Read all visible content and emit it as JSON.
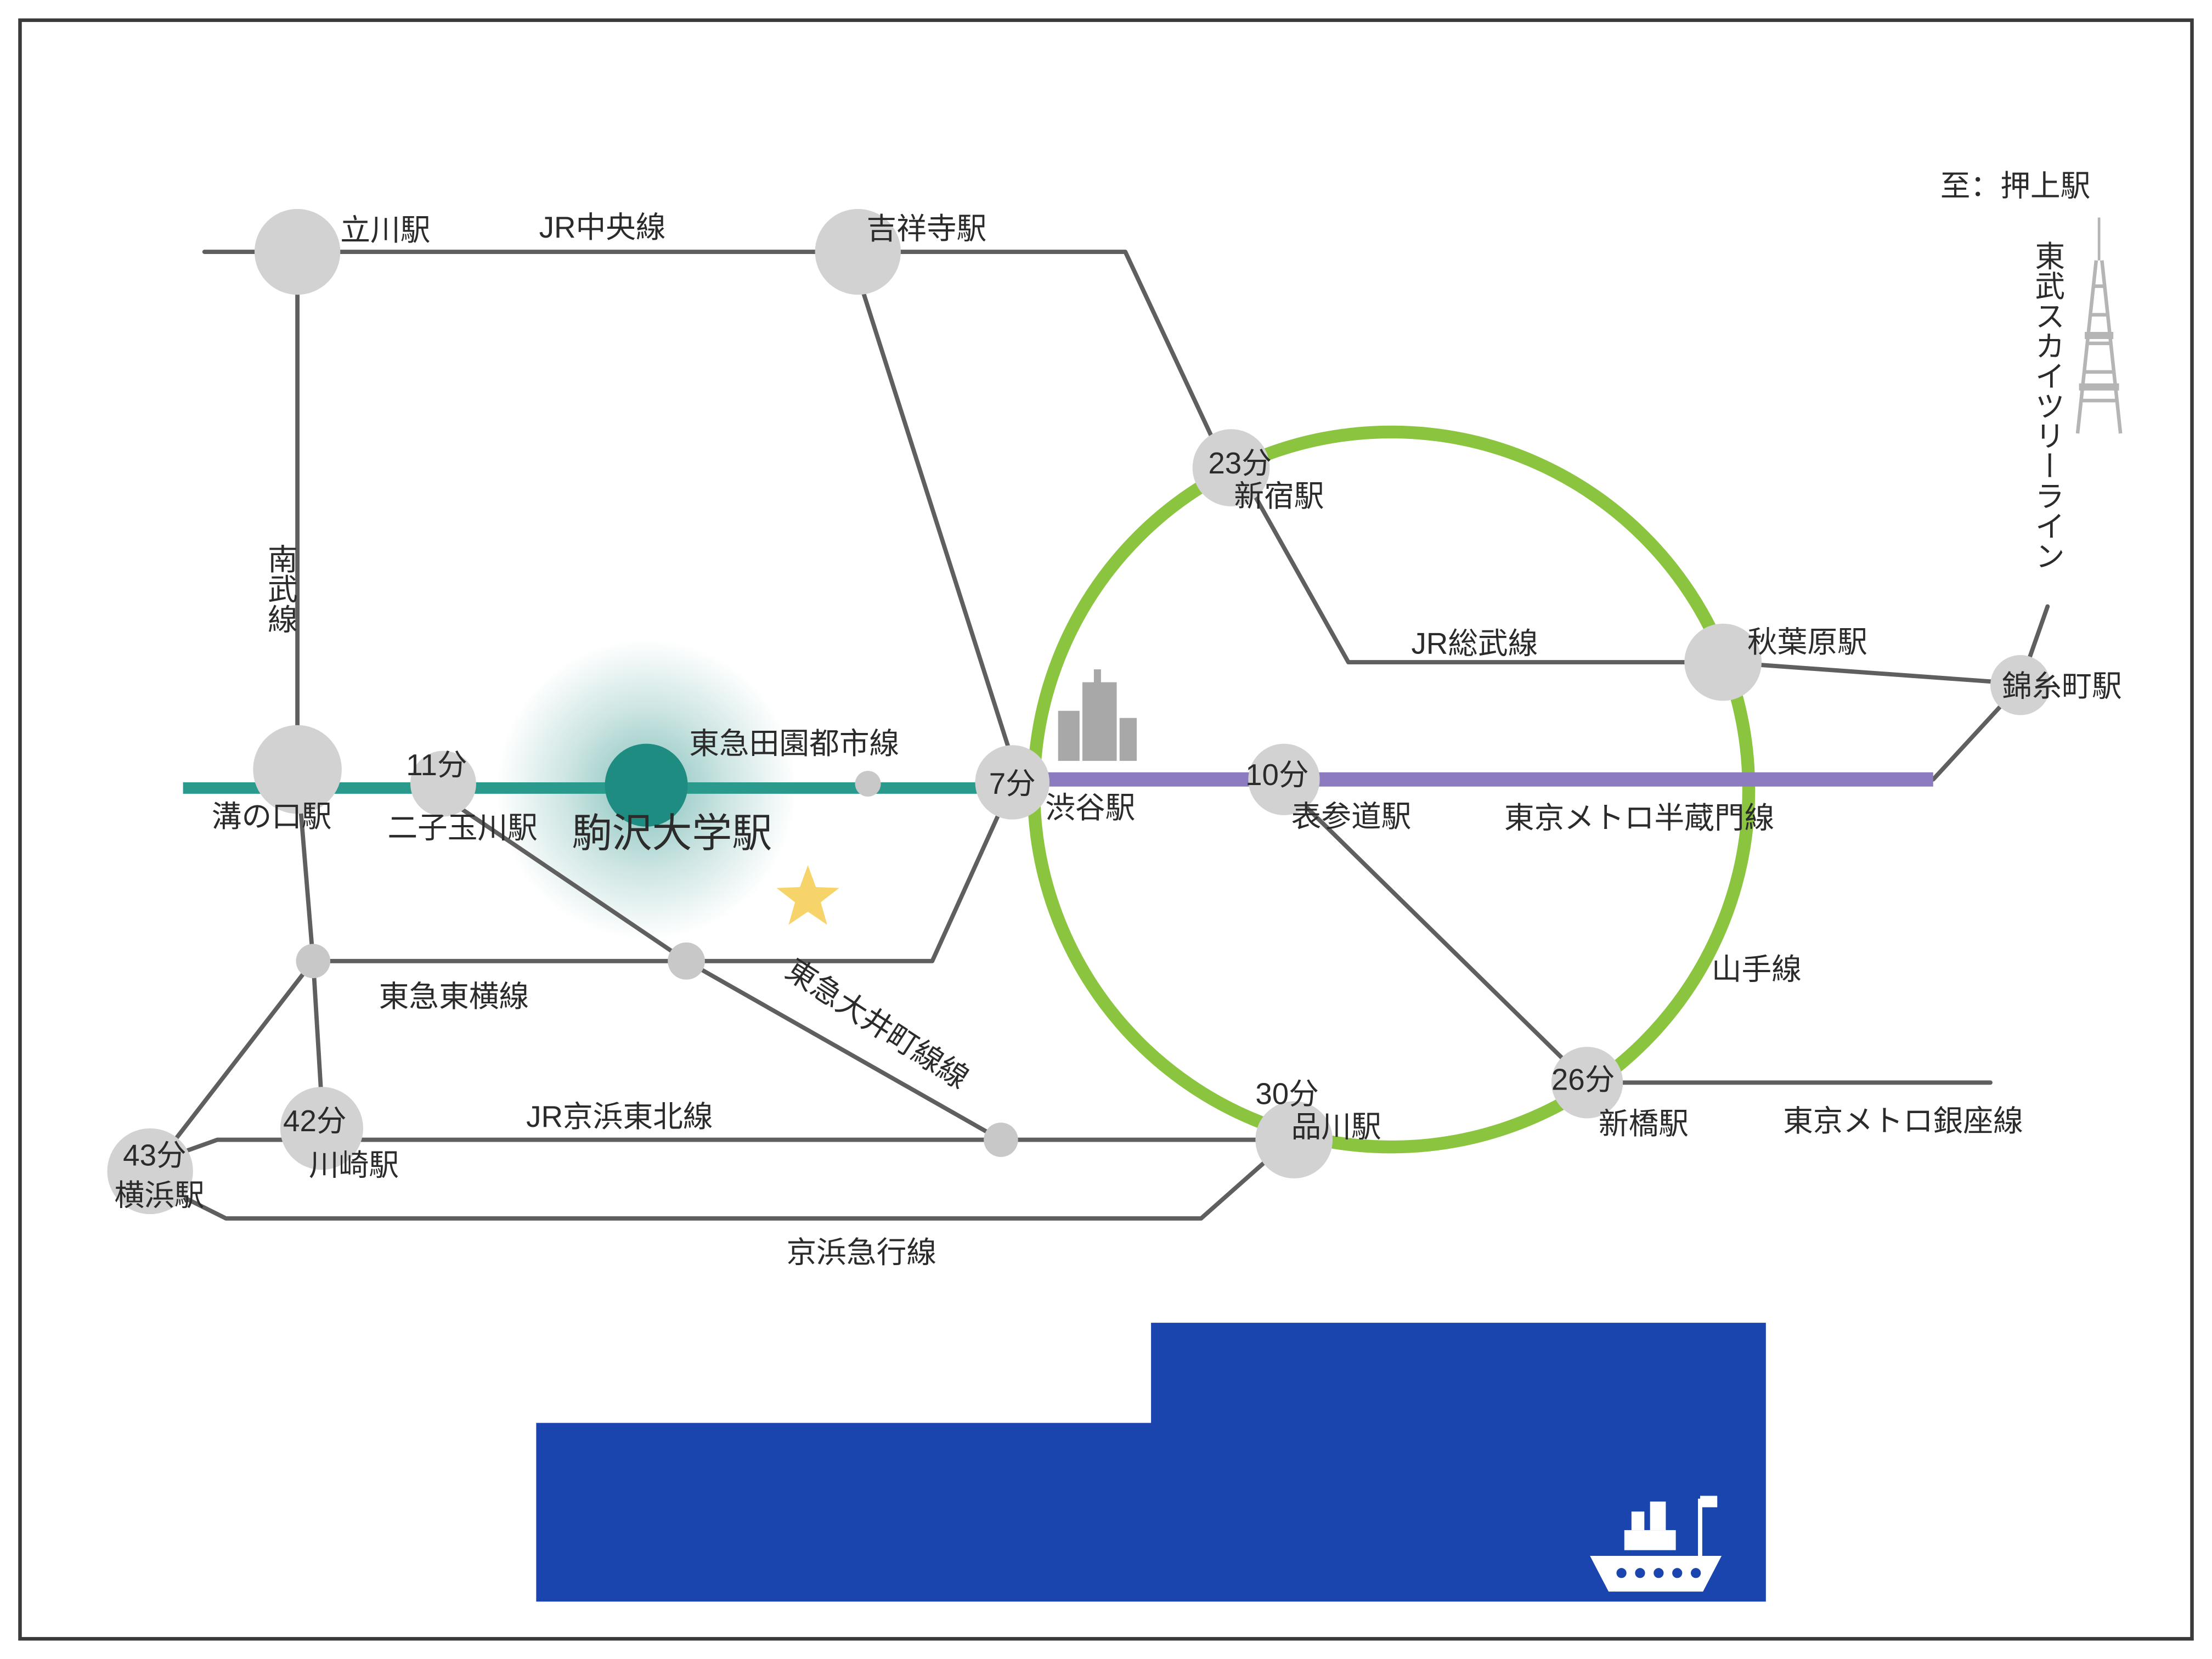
{
  "colors": {
    "line_gray": "#5f5f5f",
    "yamanote_green": "#8bc53f",
    "denentoshi_teal": "#2a9a8c",
    "hanzomon_purple": "#8d7bc0",
    "station_fill": "#d2d2d2",
    "komazawa_fill": "#1f8c82",
    "bay_blue": "#1a45ae",
    "star_gold": "#f6d46a"
  },
  "notes": {
    "to_oshiage": "至：押上駅"
  },
  "lines": {
    "jr_chuo": {
      "label": "JR中央線"
    },
    "nambu": {
      "label": "南武線"
    },
    "jr_sobu": {
      "label": "JR総武線"
    },
    "tobu_skytree": {
      "label": "東武スカイツリーライン"
    },
    "denentoshi": {
      "label": "東急田園都市線"
    },
    "hanzomon": {
      "label": "東京メトロ半蔵門線"
    },
    "yamanote": {
      "label": "山手線"
    },
    "toyoko": {
      "label": "東急東横線"
    },
    "oimachi": {
      "label": "東急大井町線線"
    },
    "keihin_tohoku": {
      "label": "JR京浜東北線"
    },
    "keikyu": {
      "label": "京浜急行線"
    },
    "ginza": {
      "label": "東京メトロ銀座線"
    }
  },
  "stations": {
    "tachikawa": {
      "name": "立川駅"
    },
    "kichijoji": {
      "name": "吉祥寺駅"
    },
    "shinjuku": {
      "name": "新宿駅",
      "time": "23分"
    },
    "akihabara": {
      "name": "秋葉原駅"
    },
    "kinshicho": {
      "name": "錦糸町駅"
    },
    "mizonokuchi": {
      "name": "溝の口駅"
    },
    "futakotamagawa": {
      "name": "二子玉川駅",
      "time": "11分"
    },
    "komazawadaigaku": {
      "name": "駒沢大学駅"
    },
    "shibuya": {
      "name": "渋谷駅",
      "time": "7分"
    },
    "omotesando": {
      "name": "表参道駅",
      "time": "10分"
    },
    "kawasaki": {
      "name": "川崎駅",
      "time": "42分"
    },
    "yokohama": {
      "name": "横浜駅",
      "time": "43分"
    },
    "shinagawa": {
      "name": "品川駅",
      "time": "30分"
    },
    "shimbashi": {
      "name": "新橋駅",
      "time": "26分"
    }
  }
}
